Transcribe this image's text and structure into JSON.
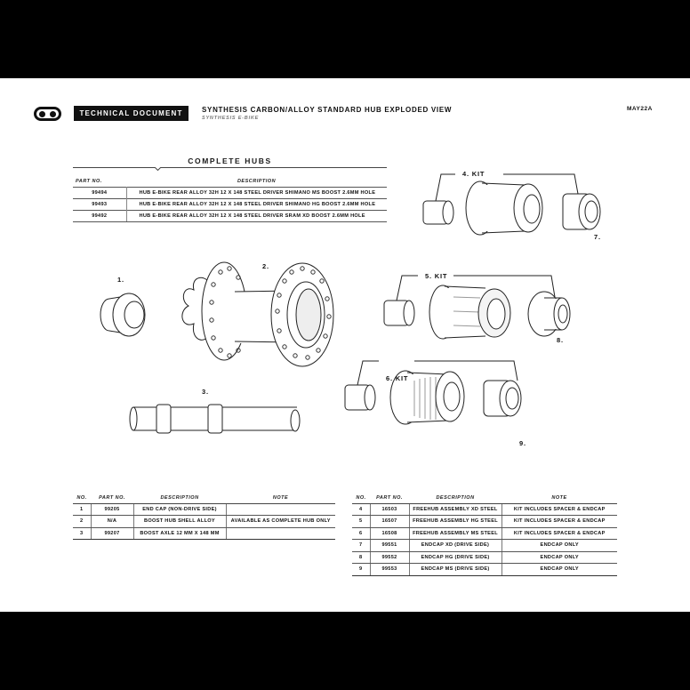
{
  "header": {
    "logo_icon": "crankbrothers-link-icon",
    "badge": "TECHNICAL DOCUMENT",
    "title": "SYNTHESIS CARBON/ALLOY STANDARD HUB EXPLODED VIEW",
    "subtitle": "SYNTHESIS E-BIKE",
    "revision": "MAY22A"
  },
  "complete_hubs": {
    "title": "COMPLETE HUBS",
    "columns": [
      "PART NO.",
      "DESCRIPTION"
    ],
    "rows": [
      {
        "part_no": "99494",
        "description": "HUB E-BIKE REAR ALLOY 32H 12 X 148 STEEL DRIVER SHIMANO MS BOOST 2.6MM HOLE"
      },
      {
        "part_no": "99493",
        "description": "HUB E-BIKE REAR ALLOY 32H 12 X 148 STEEL DRIVER SHIMANO HG BOOST 2.6MM HOLE"
      },
      {
        "part_no": "99492",
        "description": "HUB E-BIKE REAR ALLOY 32H 12 X 148 STEEL DRIVER SRAM XD BOOST 2.6MM HOLE"
      }
    ]
  },
  "diagram": {
    "callouts": [
      "1.",
      "2.",
      "3.",
      "4. KIT",
      "5. KIT",
      "6. KIT",
      "7.",
      "8.",
      "9."
    ]
  },
  "parts_left": {
    "columns": [
      "NO.",
      "PART NO.",
      "DESCRIPTION",
      "NOTE"
    ],
    "rows": [
      {
        "no": "1",
        "part_no": "99205",
        "description": "END CAP (NON-DRIVE SIDE)",
        "note": ""
      },
      {
        "no": "2",
        "part_no": "N/A",
        "description": "BOOST HUB SHELL ALLOY",
        "note": "AVAILABLE AS COMPLETE HUB ONLY"
      },
      {
        "no": "3",
        "part_no": "99207",
        "description": "BOOST AXLE 12 mm X 148 mm",
        "note": ""
      }
    ]
  },
  "parts_right": {
    "columns": [
      "NO.",
      "PART NO.",
      "DESCRIPTION",
      "NOTE"
    ],
    "rows": [
      {
        "no": "4",
        "part_no": "16503",
        "description": "FREEHUB ASSEMBLY XD STEEL",
        "note": "KIT INCLUDES SPACER & ENDCAP"
      },
      {
        "no": "5",
        "part_no": "16507",
        "description": "FREEHUB ASSEMBLY HG STEEL",
        "note": "KIT INCLUDES SPACER & ENDCAP"
      },
      {
        "no": "6",
        "part_no": "16508",
        "description": "FREEHUB ASSEMBLY MS STEEL",
        "note": "KIT INCLUDES SPACER & ENDCAP"
      },
      {
        "no": "7",
        "part_no": "99551",
        "description": "ENDCAP XD (DRIVE SIDE)",
        "note": "ENDCAP ONLY"
      },
      {
        "no": "8",
        "part_no": "99552",
        "description": "ENDCAP HG (DRIVE SIDE)",
        "note": "ENDCAP ONLY"
      },
      {
        "no": "9",
        "part_no": "99553",
        "description": "ENDCAP MS (DRIVE SIDE)",
        "note": "ENDCAP ONLY"
      }
    ]
  }
}
